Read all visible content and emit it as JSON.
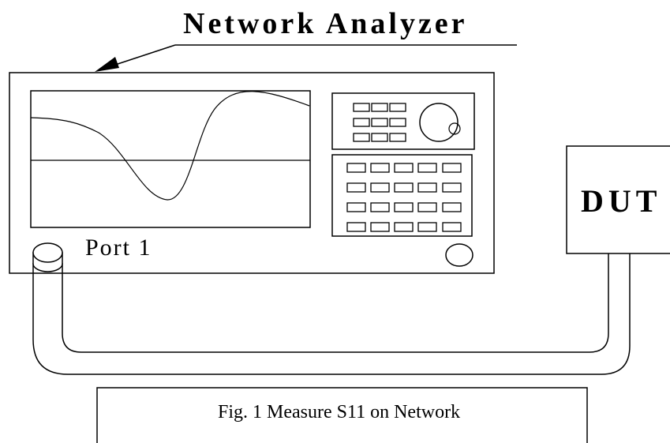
{
  "diagram": {
    "title": "Network Analyzer",
    "port_label": "Port 1",
    "dut_label": "DUT",
    "caption": "Fig. 1 Measure S11 on Network"
  }
}
